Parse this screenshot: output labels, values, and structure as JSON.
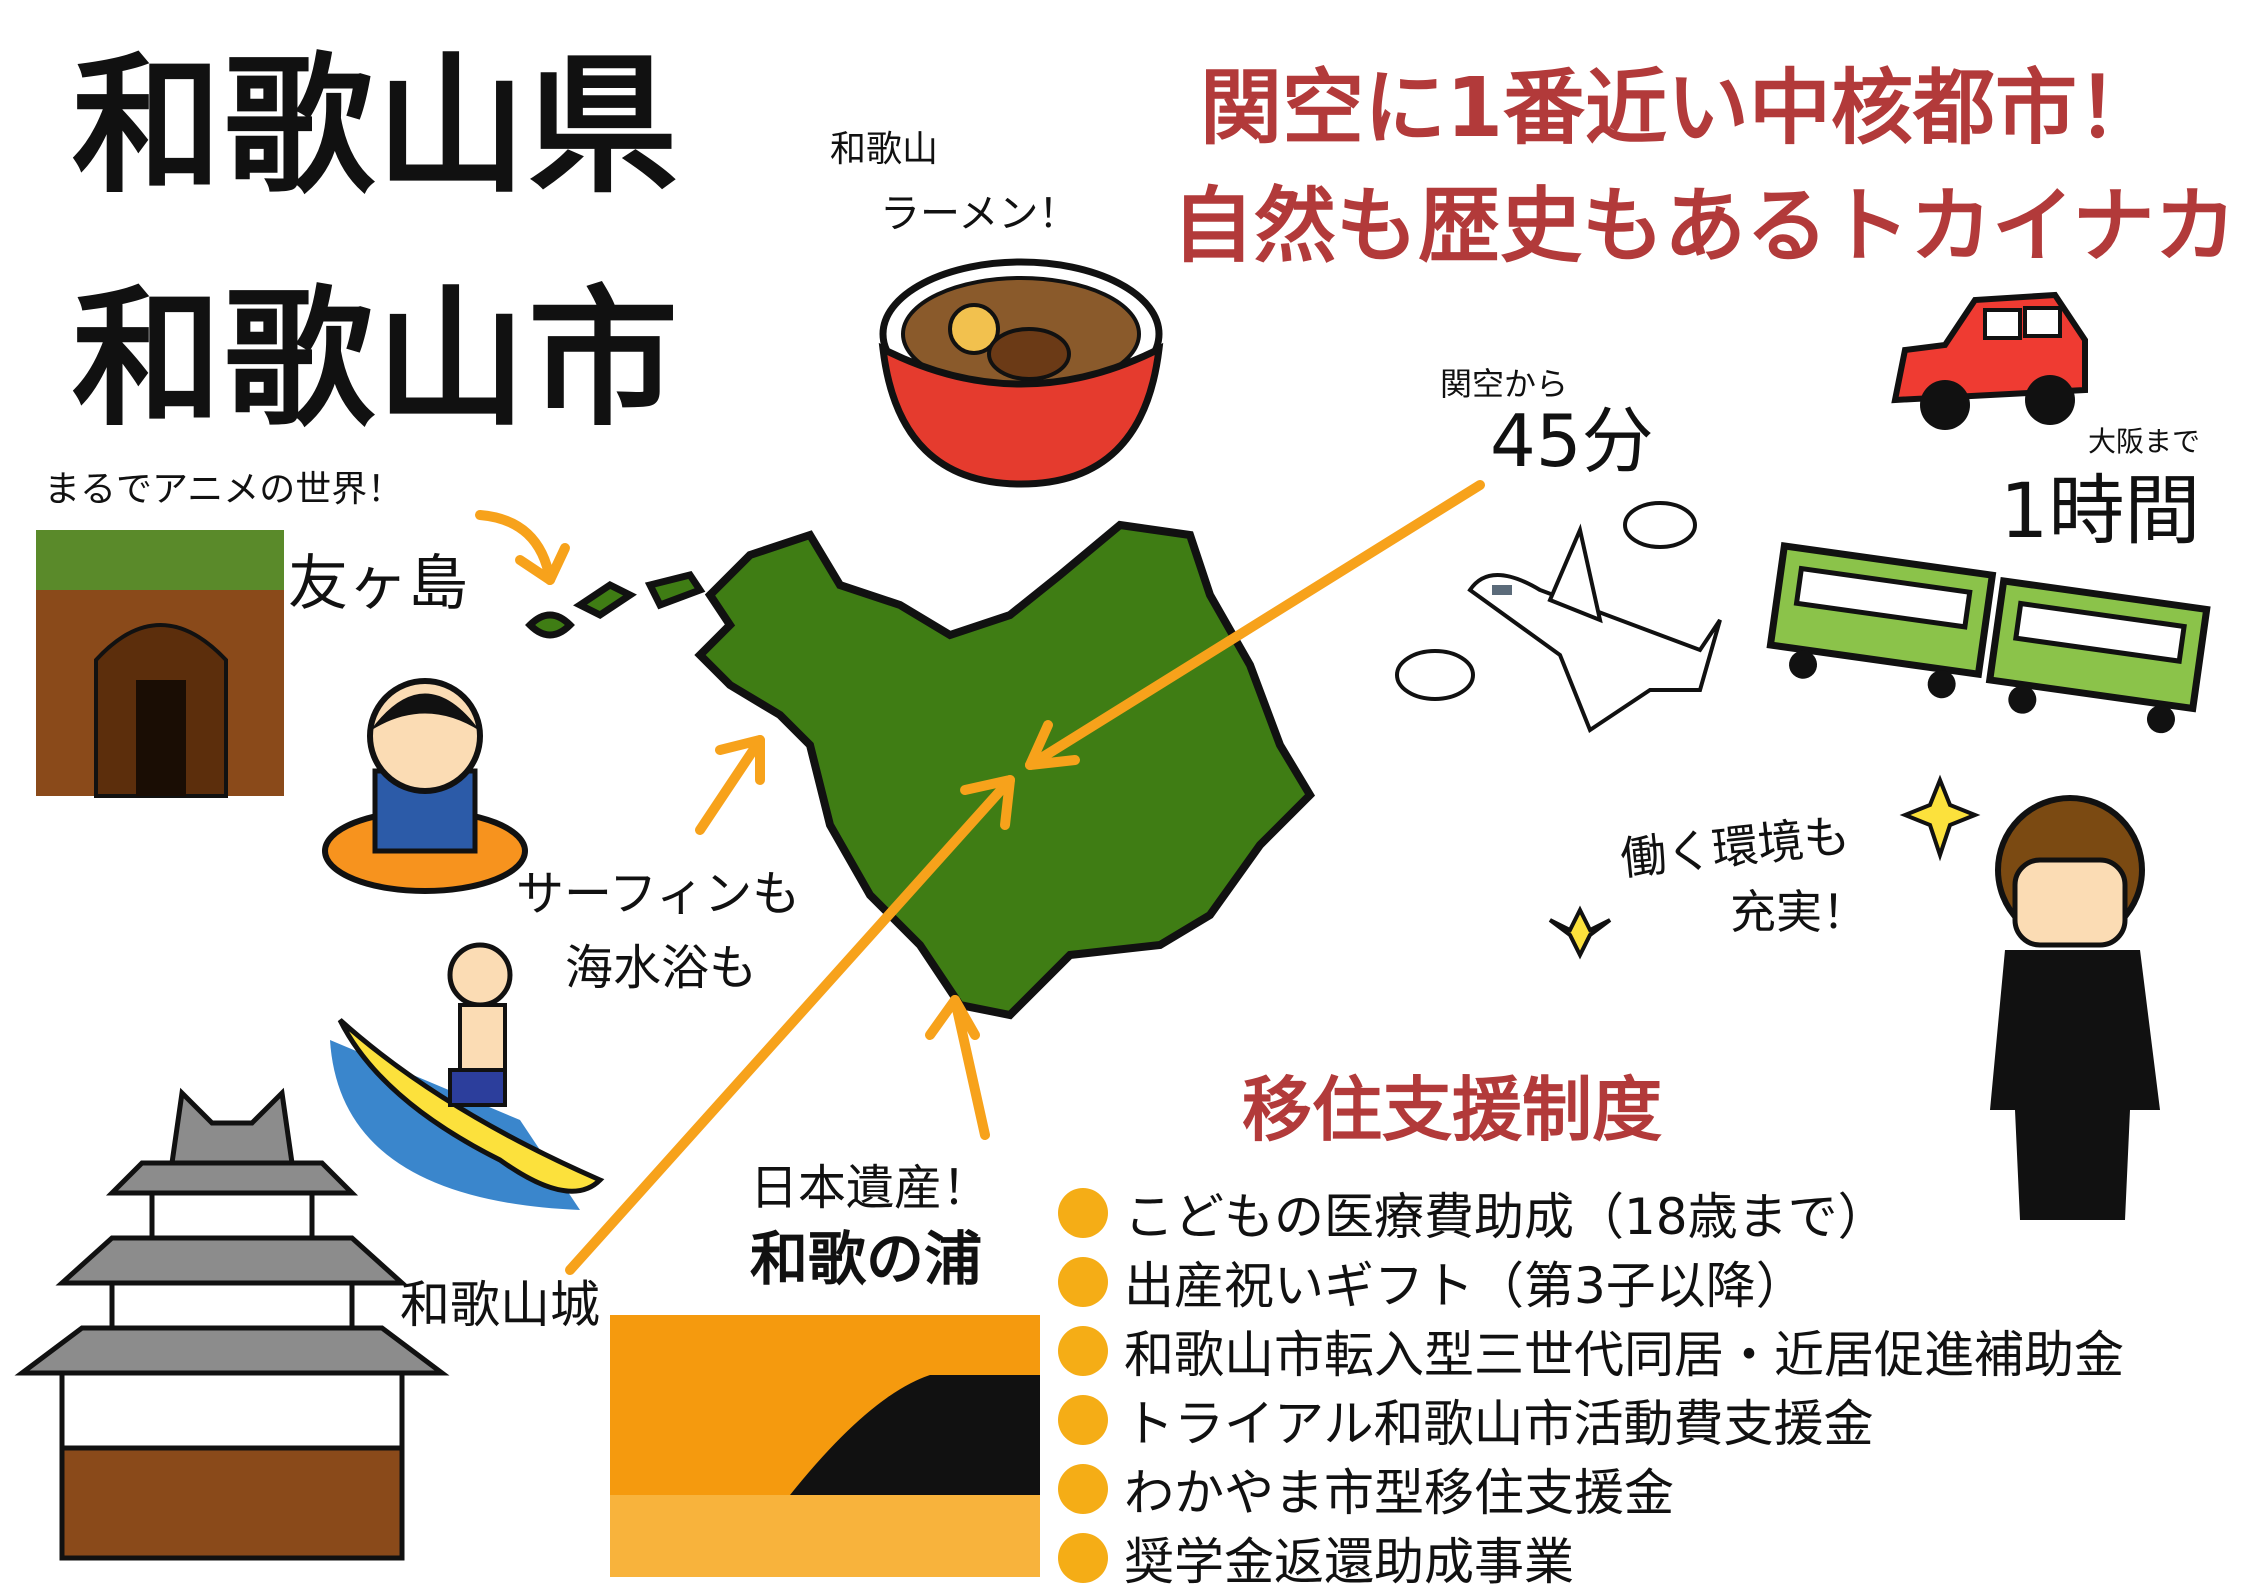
{
  "title": {
    "line1": "和歌山県",
    "line2": "和歌山市"
  },
  "headline": {
    "line1": "関空に1番近い中核都市！",
    "line2": "自然も歴史もあるトカイナカ"
  },
  "ramen": {
    "line1": "和歌山",
    "line2": "ラーメン！"
  },
  "airport": {
    "from": "関空から",
    "time": "45分"
  },
  "train": {
    "to": "大阪まで",
    "time": "1時間"
  },
  "work": {
    "line1": "働く環境も",
    "line2": "充実！"
  },
  "island": {
    "caption": "まるでアニメの世界！",
    "name": "友ヶ島"
  },
  "beach": {
    "line1": "サーフィンも",
    "line2": "海水浴も"
  },
  "castle": {
    "name": "和歌山城"
  },
  "heritage": {
    "line1": "日本遺産！",
    "line2": "和歌の浦"
  },
  "support": {
    "heading": "移住支援制度",
    "items": [
      "こどもの医療費助成（18歳まで）",
      "出産祝いギフト（第3子以降）",
      "和歌山市転入型三世代同居・近居促進補助金",
      "トライアル和歌山市活動費支援金",
      "わかやま市型移住支援金",
      "奨学金返還助成事業"
    ]
  },
  "colors": {
    "accent_red": "#b23a3a",
    "bullet": "#f5ad16",
    "map_green": "#3f7d14",
    "arrow": "#f7a21b"
  }
}
